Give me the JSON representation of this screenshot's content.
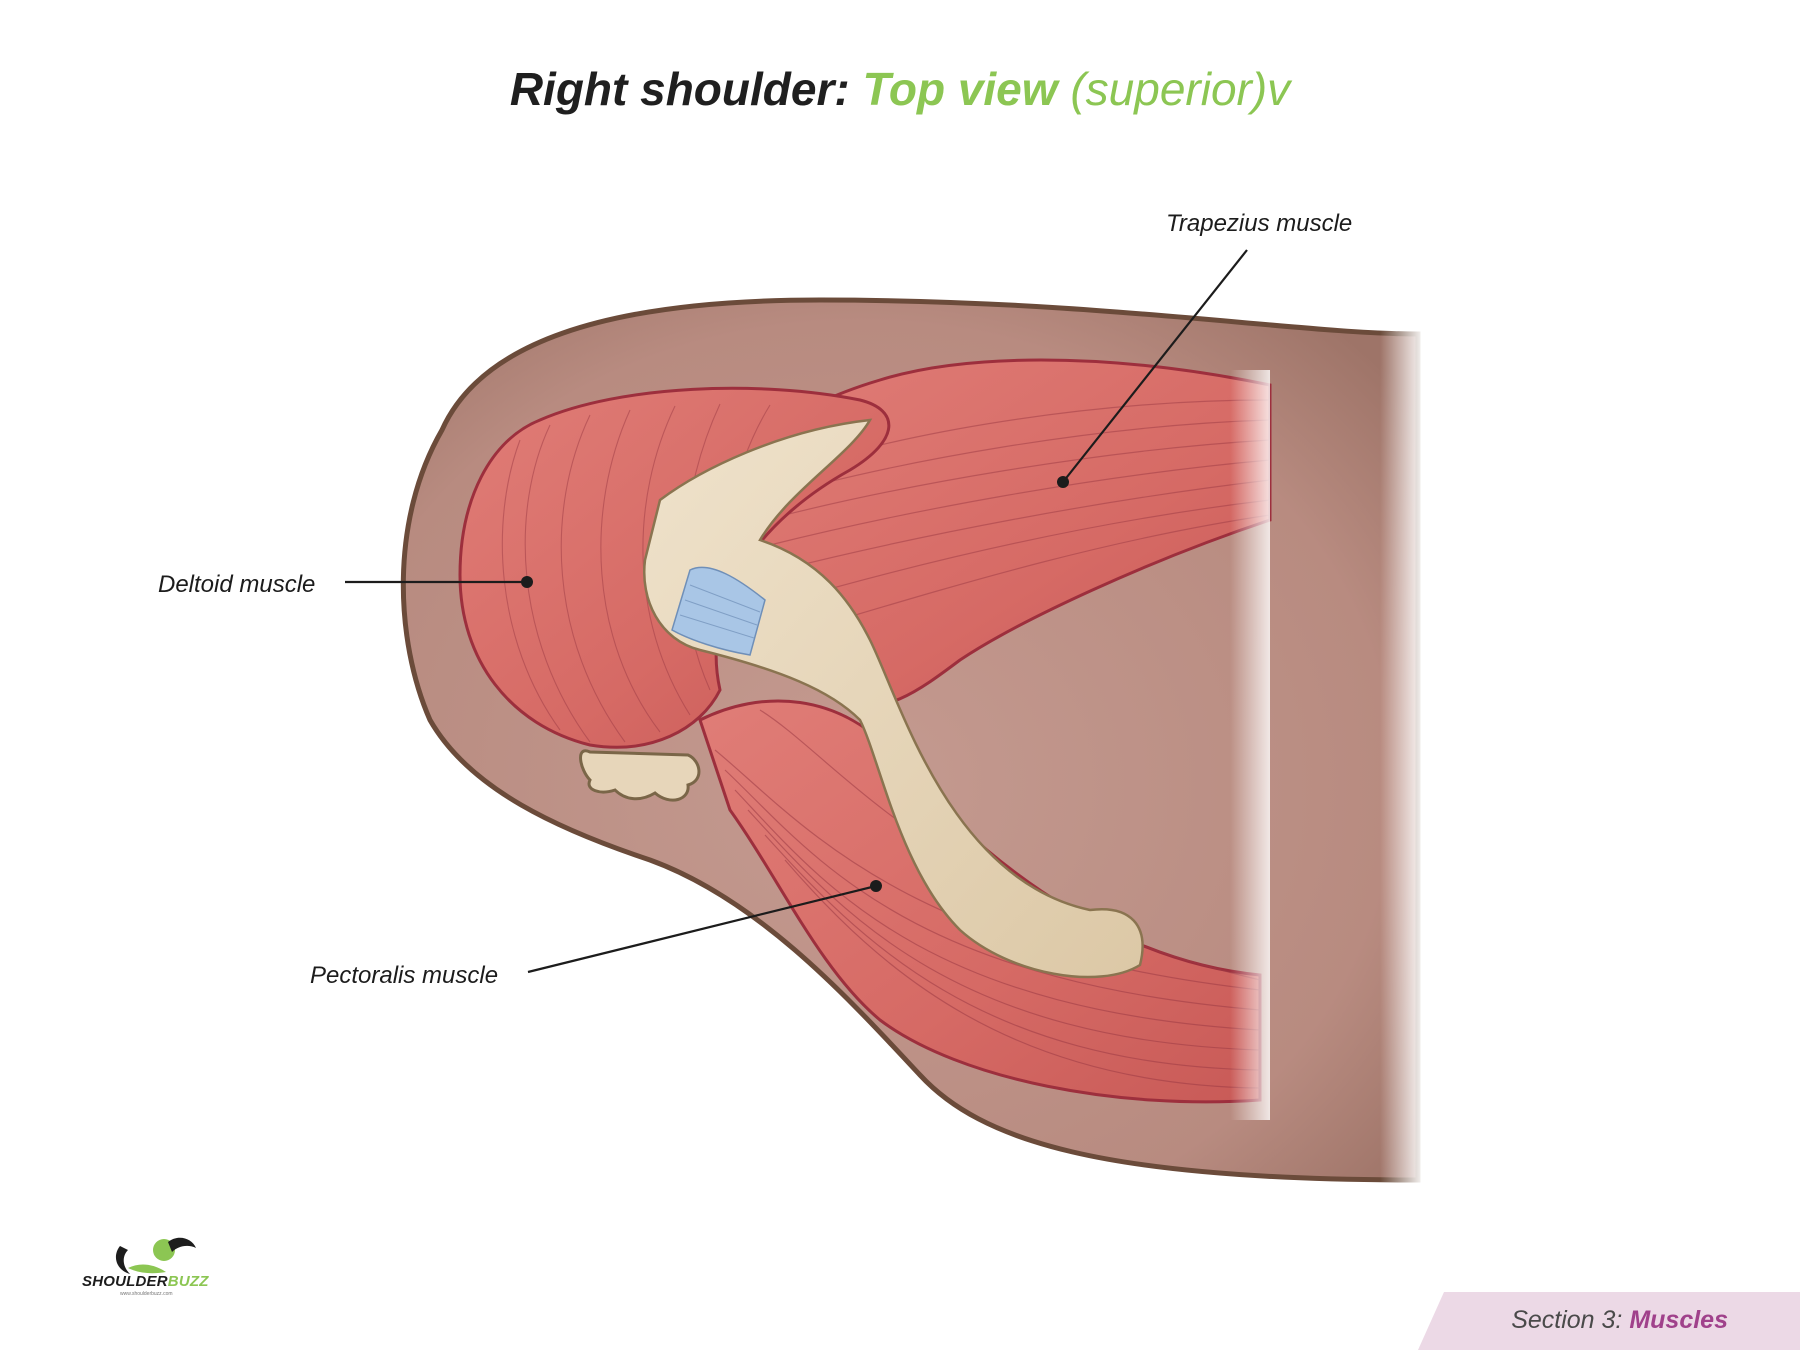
{
  "title": {
    "part1": "Right shoulder:",
    "part2": "Top view",
    "part3": "(superior)v"
  },
  "labels": {
    "trapezius": "Trapezius muscle",
    "deltoid": "Deltoid muscle",
    "pectoralis": "Pectoralis muscle"
  },
  "logo": {
    "name_part1": "SHOULDER",
    "name_part2": "BUZZ",
    "url": "www.shoulderbuzz.com"
  },
  "footer": {
    "section": "Section 3:",
    "topic": "Muscles"
  },
  "colors": {
    "title_dark": "#1f1f1f",
    "title_accent": "#8cc653",
    "muscle": "#d86f6a",
    "skin": "#c0948a",
    "bone": "#e7d6ba",
    "ligament": "#a9c6e6",
    "footer_bg": "#ecd9e6",
    "footer_accent": "#a0418b"
  }
}
